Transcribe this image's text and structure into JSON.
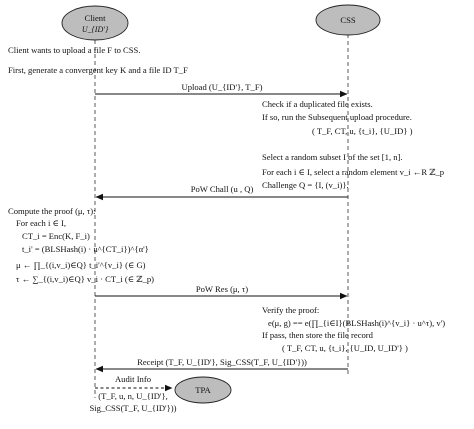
{
  "actors": {
    "client": {
      "name": "Client",
      "sub": "U_{ID'}"
    },
    "css": {
      "name": "CSS"
    },
    "tpa": {
      "name": "TPA"
    }
  },
  "steps": {
    "intro_1": "Client wants to upload a file F to CSS.",
    "intro_2": "First, generate a convergent key K and a file ID T_F",
    "msg_upload": "Upload (U_{ID'}, T_F)",
    "css_check_1": "Check if a duplicated file exists.",
    "css_check_2": "If so, run the Subsequent upload procedure.",
    "css_check_3": "( T_F, CT, u, {t_i}, {U_ID} )",
    "css_select_1": "Select a random subset I of the set [1, n].",
    "css_select_2": "For each i ∈ I, select a random element v_i ←R ℤ_p",
    "css_select_3": "Challenge Q = {I, (v_i)}.",
    "msg_chall": "PoW Chall (u , Q)",
    "client_compute_1": "Compute the proof (μ, τ):",
    "client_compute_2": "For each i ∈ I,",
    "client_compute_3": "CT_i = Enc(K, F_i)",
    "client_compute_4": "t_i' = (BLSHash(i) · u^{CT_i})^{α'}",
    "client_compute_5": "μ ← ∏_{(i,v_i)∈Q} t_i'^{v_i} (∈ G)",
    "client_compute_6": "τ ← ∑_{(i,v_i)∈Q} v_i · CT_i (∈ ℤ_p)",
    "msg_res": "PoW Res (μ, τ)",
    "css_verify_1": "Verify the proof:",
    "css_verify_2": "e(μ, g) == e(∏_{i∈I}(BLSHash(i)^{v_i} · u^τ), v')",
    "css_verify_3": "If pass, then store the file record",
    "css_verify_4": "( T_F, CT, u, {t_i}, {U_ID, U_ID'} )",
    "msg_receipt": "Receipt (T_F, U_{ID'}, Sig_CSS(T_F, U_{ID'}))",
    "msg_audit_title": "Audit Info",
    "msg_audit_1": "(T_F, u, n, U_{ID'},",
    "msg_audit_2": "Sig_CSS(T_F, U_{ID'}))"
  }
}
